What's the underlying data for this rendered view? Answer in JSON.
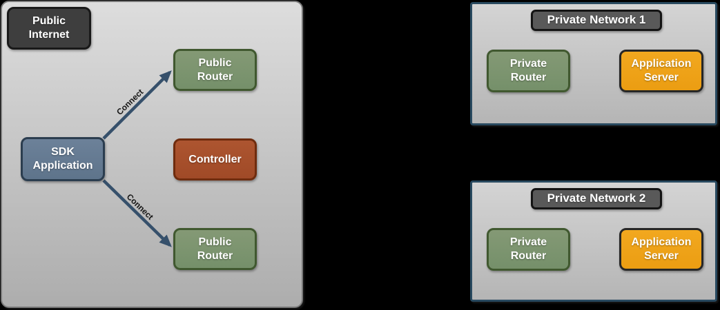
{
  "palette": {
    "zone_fill": "#c8c8c8",
    "zone_border_gray": "#7a7a7a",
    "private_network_border": "#28495f",
    "dark_node": "#3e3e3e",
    "title_node": "#595959",
    "green_node": "#7b9370",
    "green_border": "#40582f",
    "blue_node": "#64798f",
    "blue_border": "#2b3d4f",
    "orange_node": "#efa31a",
    "orange_border": "#262626",
    "red_node": "#a64e2b",
    "red_border": "#6f2c0e",
    "arrow": "#36506b"
  },
  "public_internet_zone": {
    "label": "Public Internet",
    "nodes": {
      "public_router_top": "Public Router",
      "sdk_application": "SDK Application",
      "controller": "Controller",
      "public_router_bottom": "Public Router"
    },
    "edges": [
      {
        "from": "sdk_application",
        "to": "public_router_top",
        "label": "Connect"
      },
      {
        "from": "sdk_application",
        "to": "public_router_bottom",
        "label": "Connect"
      }
    ]
  },
  "private_networks": [
    {
      "title": "Private Network 1",
      "nodes": {
        "private_router": "Private Router",
        "application_server": "Application Server"
      }
    },
    {
      "title": "Private Network 2",
      "nodes": {
        "private_router": "Private Router",
        "application_server": "Application Server"
      }
    }
  ]
}
